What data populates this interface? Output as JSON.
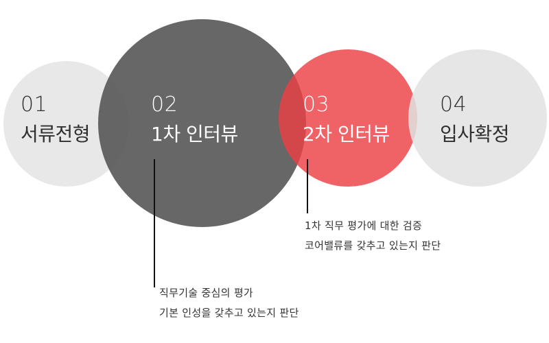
{
  "steps": [
    {
      "number": "01",
      "label": "서류전형",
      "color": "#E8E8E8"
    },
    {
      "number": "02",
      "label": "1차 인터뷰",
      "color": "#525252"
    },
    {
      "number": "03",
      "label": "2차 인터뷰",
      "color": "#EC4144"
    },
    {
      "number": "04",
      "label": "입사확정",
      "color": "#E2E2E2"
    }
  ],
  "descriptions": {
    "step2": [
      "직무기술 중심의 평가",
      "기본 인성을 갖추고 있는지 판단"
    ],
    "step3": [
      "1차 직무 평가에 대한 검증",
      "코어밸류를 갖추고 있는지 판단"
    ]
  }
}
